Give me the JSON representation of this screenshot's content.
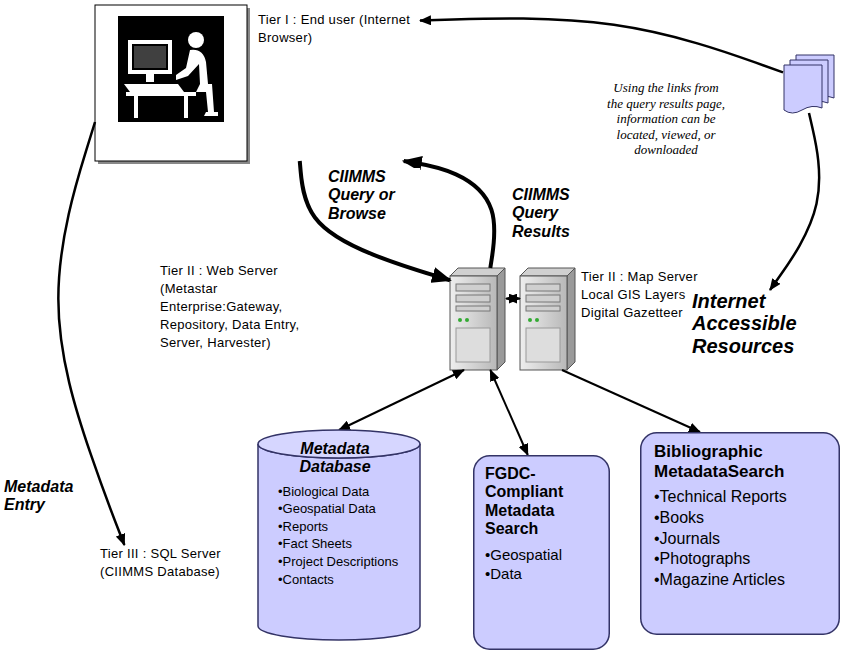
{
  "diagram": {
    "nodes": [
      {
        "text": [
          "Tier I : End user (Internet Browser)"
        ]
      },
      {
        "text": [
          "Tier II : Web Server (Metastar Enterprise:Gateway, Repository, Data Entry, Server, Harvester)"
        ]
      },
      {
        "text": [
          "Tier II : Map Server Local GIS Layers Digital Gazetteer"
        ]
      },
      {
        "text": [
          "Using the links from the query results page, information can be located, viewed, or downloaded"
        ]
      },
      {
        "text": [
          "Internet Accessible Resources"
        ]
      },
      {
        "text": [
          "Tier III : SQL Server (CIIMMS Database)"
        ]
      },
      {
        "text": [
          "Metadata Database",
          "•Biological Data",
          "•Geospatial  Data",
          "•Reports",
          "•Fact Sheets",
          "•Project Descriptions",
          "•Contacts"
        ]
      },
      {
        "text": [
          "FGDC-Compliant Metadata Search",
          "•Geospatial",
          "•Data"
        ]
      },
      {
        "text": [
          "Bibliographic MetadataSearch",
          "•Technical Reports",
          "•Books",
          "•Journals",
          "•Photographs",
          "•Magazine Articles"
        ]
      }
    ],
    "edges": [
      {
        "from": 0,
        "to": 1,
        "label": "CIIMMS Query or Browse",
        "arrow": "to"
      },
      {
        "from": 1,
        "to": 0,
        "label": "CIIMMS Query Results",
        "arrow": "to"
      },
      {
        "from": 1,
        "to": 2,
        "arrow": "both"
      },
      {
        "from": 1,
        "to": 6,
        "arrow": "both"
      },
      {
        "from": 1,
        "to": 7,
        "arrow": "both"
      },
      {
        "from": 2,
        "to": 8,
        "arrow": "to"
      },
      {
        "from": 3,
        "to": 0,
        "arrow": "to"
      },
      {
        "from": 3,
        "to": 4,
        "arrow": "to"
      },
      {
        "from": 0,
        "to": 5,
        "label": "Metadata Entry",
        "arrow": "to"
      }
    ]
  }
}
